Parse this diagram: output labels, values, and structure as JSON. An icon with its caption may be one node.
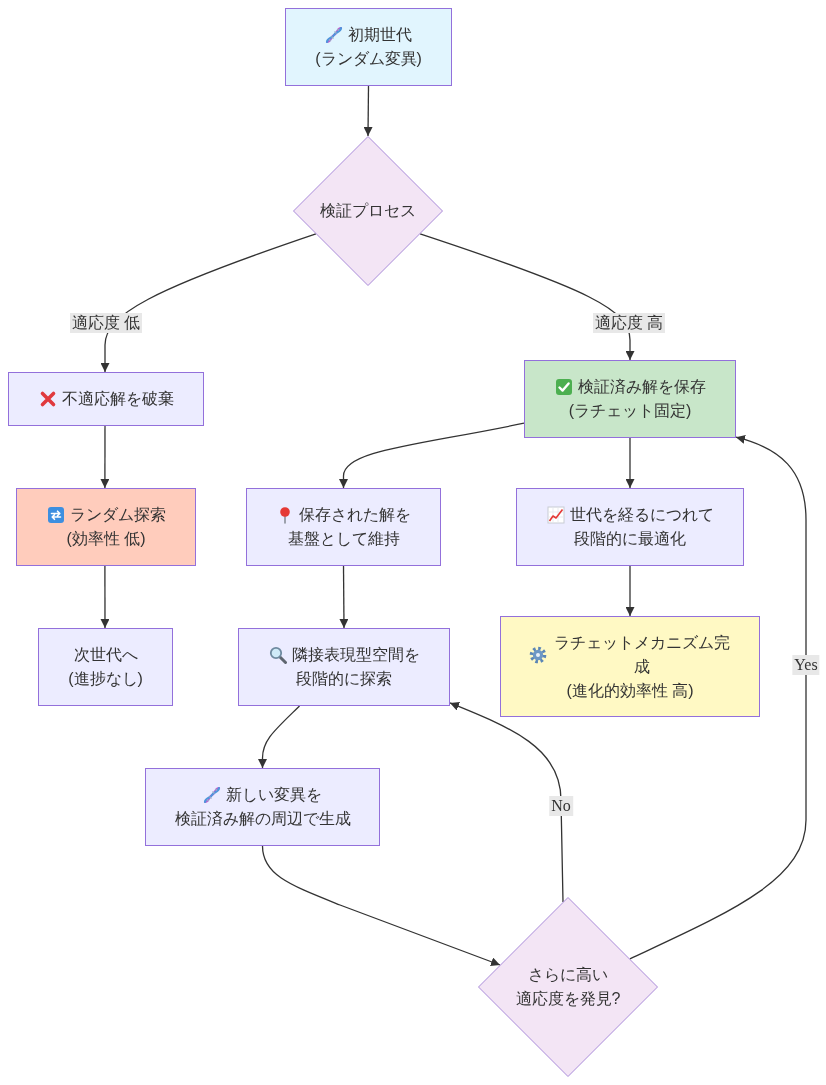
{
  "diagram": {
    "nodes": [
      {
        "text": [
          "初期世代",
          "(ランダム変異)"
        ]
      },
      {
        "text": [
          "検証プロセス"
        ]
      },
      {
        "text": [
          "不適応解を破棄"
        ]
      },
      {
        "text": [
          "検証済み解を保存",
          "(ラチェット固定)"
        ]
      },
      {
        "text": [
          "ランダム探索",
          "(効率性 低)"
        ]
      },
      {
        "text": [
          "保存された解を",
          "基盤として維持"
        ]
      },
      {
        "text": [
          "世代を経るにつれて",
          "段階的に最適化"
        ]
      },
      {
        "text": [
          "次世代へ",
          "(進捗なし)"
        ]
      },
      {
        "text": [
          "隣接表現型空間を",
          "段階的に探索"
        ]
      },
      {
        "text": [
          "ラチェットメカニズム完成",
          "(進化的効率性 高)"
        ]
      },
      {
        "text": [
          "新しい変異を",
          "検証済み解の周辺で生成"
        ]
      },
      {
        "text": [
          "さらに高い",
          "適応度を発見?"
        ]
      }
    ],
    "edges": [
      {
        "from": 0,
        "to": 1,
        "arrow": "to"
      },
      {
        "from": 1,
        "to": 2,
        "arrow": "to",
        "label": "適応度 低"
      },
      {
        "from": 1,
        "to": 3,
        "arrow": "to",
        "label": "適応度 高"
      },
      {
        "from": 2,
        "to": 4,
        "arrow": "to"
      },
      {
        "from": 4,
        "to": 7,
        "arrow": "to"
      },
      {
        "from": 3,
        "to": 5,
        "arrow": "to"
      },
      {
        "from": 3,
        "to": 6,
        "arrow": "to"
      },
      {
        "from": 5,
        "to": 8,
        "arrow": "to"
      },
      {
        "from": 6,
        "to": 9,
        "arrow": "to"
      },
      {
        "from": 8,
        "to": 10,
        "arrow": "to"
      },
      {
        "from": 10,
        "to": 11,
        "arrow": "to"
      },
      {
        "from": 11,
        "to": 8,
        "arrow": "to",
        "label": "No"
      },
      {
        "from": 11,
        "to": 3,
        "arrow": "to",
        "label": "Yes"
      }
    ]
  }
}
